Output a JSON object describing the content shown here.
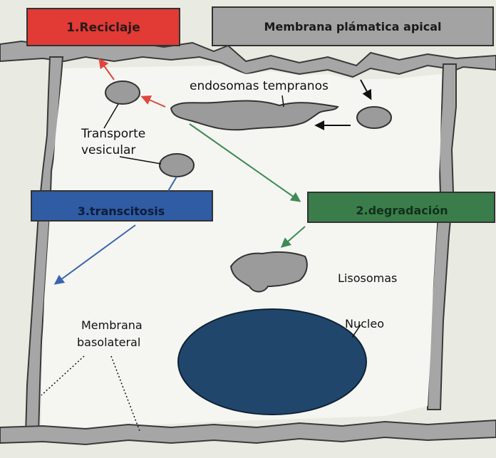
{
  "labels": {
    "reciclaje": "1.Reciclaje",
    "membrana_apical": "Membrana plámatica apical",
    "endosomas": "endosomas tempranos",
    "transporte_line1": "Transporte",
    "transporte_line2": "vesicular",
    "transcitosis": "3.transcitosis",
    "degradacion": "2.degradación",
    "lisosomas": "Lisosomas",
    "nucleo": "Nucleo",
    "membrana_basolateral_line1": "Membrana",
    "membrana_basolateral_line2": "basolateral"
  },
  "colors": {
    "background": "#e9ebe3",
    "cell_interior": "#f5f6f1",
    "membrane": "#a6a6a6",
    "reciclaje_box": "#e23a35",
    "apical_box": "#a3a3a3",
    "transcitosis_box": "#2f5ca3",
    "degradacion_box": "#3a7d4a",
    "nucleus": "#20476b",
    "organelle": "#9b9b9b",
    "arrow_red": "#e0463e",
    "arrow_green": "#3e8a55",
    "arrow_blue": "#3b64b0"
  }
}
